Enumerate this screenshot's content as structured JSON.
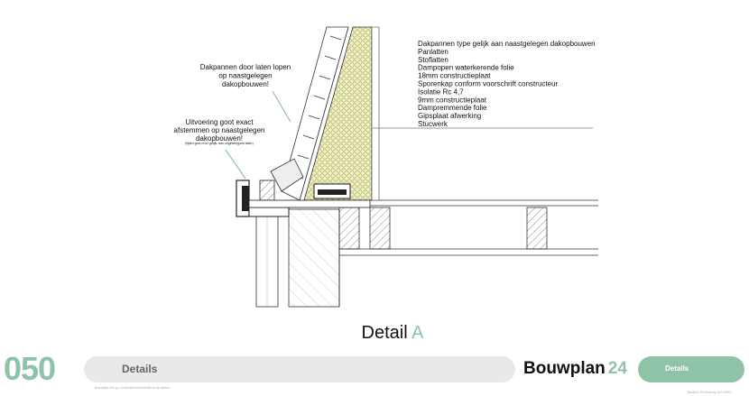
{
  "layer_labels": [
    "Dakpannen type gelijk aan naastgelegen dakopbouwen",
    "Panlatten",
    "Stoflatten",
    "Dampopen waterkerende folie",
    "18mm constructieplaat",
    "Sporenkap conform voorschrift constructeur",
    "Isolatie Rc 4,7",
    "9mm constructieplaat",
    "Dampremmende folie",
    "Gipsplaat afwerking",
    "Stucwerk"
  ],
  "note_tiles": [
    "Dakpannen door laten lopen",
    "op naastgelegen",
    "dakopbouwen!"
  ],
  "note_gutter": [
    "Uitvoering goot exact",
    "afstemmen op naastgelegen",
    "dakopbouwen!"
  ],
  "note_gutter_small": "(bijlen goot m.a.t gelijk, dan origineel/goed laten)",
  "caption": {
    "prefix": "Detail",
    "letter": "A"
  },
  "footer": {
    "logo": "050",
    "section_label": "Details",
    "brand": "Bouwplan",
    "brand_number": "24",
    "tab_label": "Details",
    "fine_print_left": "Bouwplan 24b pj • onderdeel te bestellen in de winkel",
    "fine_print_right": "Bodem Fenestrap 4/7/2020"
  },
  "colors": {
    "accent": "#8fc3a8",
    "insulation": "#f3f3c2"
  }
}
